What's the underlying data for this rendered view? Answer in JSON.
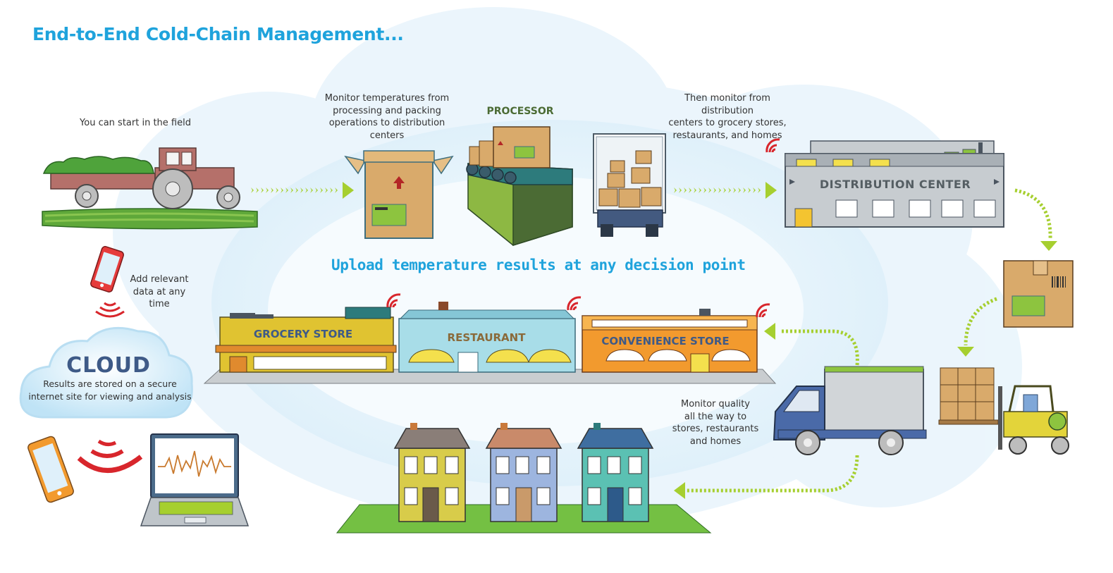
{
  "header": {
    "title": "End-to-End Cold-Chain Management..."
  },
  "headline": "Upload temperature results at any decision point",
  "captions": {
    "field": "You can start in the field",
    "processing": [
      "Monitor temperatures from",
      "processing and packing",
      "operations to distribution centers"
    ],
    "distribution": [
      "Then monitor from distribution",
      "centers to grocery stores,",
      "restaurants, and homes"
    ],
    "add_data": [
      "Add relevant",
      "data at any time"
    ],
    "cloud_desc": [
      "Results are stored on a secure",
      "internet site for viewing and analysis"
    ],
    "quality": [
      "Monitor quality",
      "all the way to",
      "stores, restaurants",
      "and homes"
    ]
  },
  "labels": {
    "processor": "PROCESSOR",
    "distribution_center": "DISTRIBUTION CENTER",
    "grocery_store": "GROCERY STORE",
    "restaurant": "RESTAURANT",
    "convenience_store": "CONVENIENCE STORE",
    "cloud": "CLOUD"
  },
  "colors": {
    "accent_blue": "#1fa3dc",
    "arrow_green": "#a6cf2f",
    "signal_red": "#d8262c",
    "cloud_blue": "#e3f2fb",
    "box_tan": "#d9aa6b",
    "label_grey": "#555e63"
  }
}
